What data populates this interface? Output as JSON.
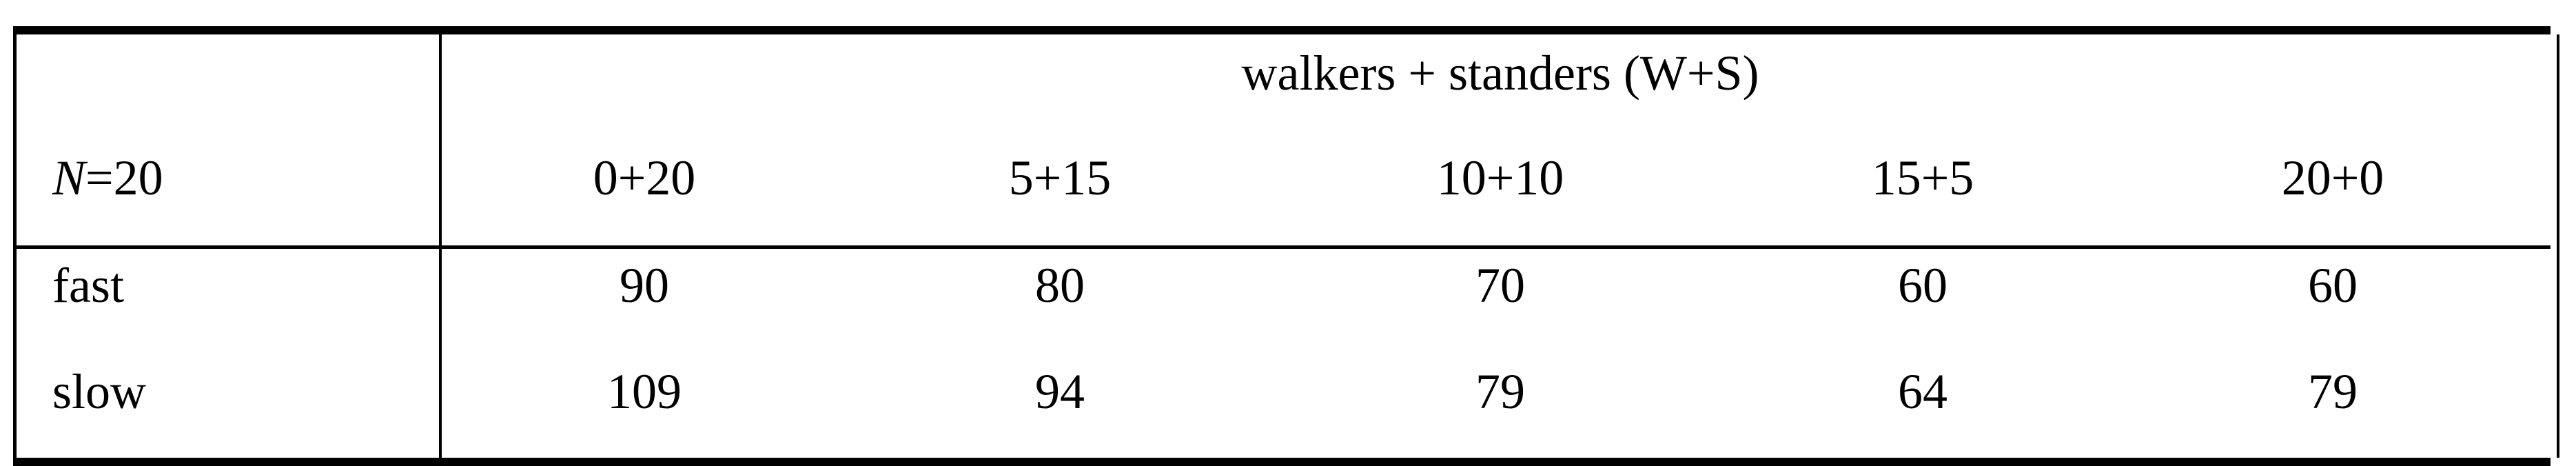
{
  "table": {
    "corner_label_var": "N",
    "corner_label_rest": "=20",
    "spanning_header": "walkers + standers (W+S)",
    "columns": [
      "0+20",
      "5+15",
      "10+10",
      "15+5",
      "20+0"
    ],
    "rows": [
      {
        "label": "fast",
        "values": [
          "90",
          "80",
          "70",
          "60",
          "60"
        ]
      },
      {
        "label": "slow",
        "values": [
          "109",
          "94",
          "79",
          "64",
          "79"
        ]
      }
    ]
  },
  "chart_data": {
    "type": "table",
    "title": "",
    "row_header": "N=20",
    "column_group_header": "walkers + standers (W+S)",
    "categories": [
      "0+20",
      "5+15",
      "10+10",
      "15+5",
      "20+0"
    ],
    "series": [
      {
        "name": "fast",
        "values": [
          90,
          80,
          70,
          60,
          60
        ]
      },
      {
        "name": "slow",
        "values": [
          109,
          94,
          79,
          64,
          79
        ]
      }
    ]
  }
}
